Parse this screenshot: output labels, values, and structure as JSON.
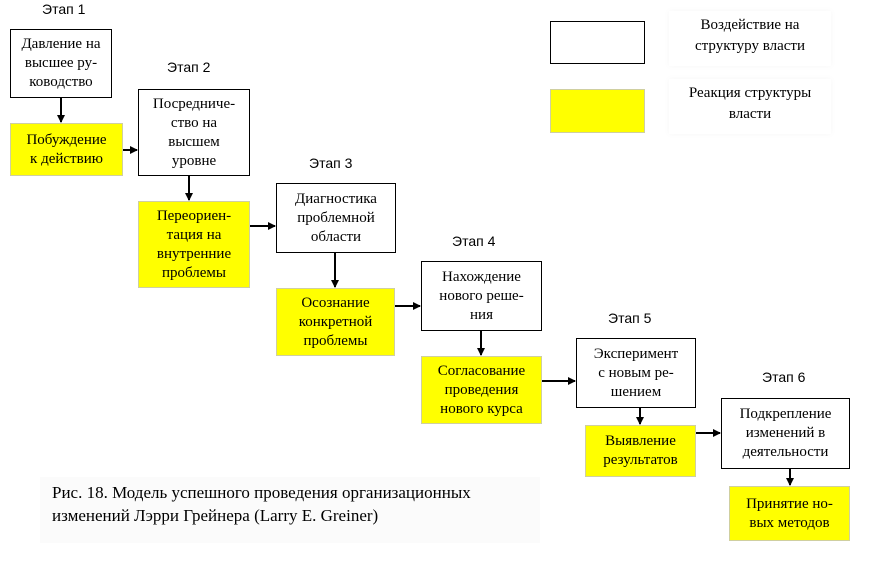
{
  "stages": [
    {
      "label": "Этап 1",
      "action": "Давление на\nвысшее ру-\nководство",
      "reaction": "Побуждение\nк действию"
    },
    {
      "label": "Этап 2",
      "action": "Посредниче-\nство на\nвысшем\nуровне",
      "reaction": "Переориен-\nтация на\nвнутренние\nпроблемы"
    },
    {
      "label": "Этап 3",
      "action": "Диагностика\nпроблемной\nобласти",
      "reaction": "Осознание\nконкретной\nпроблемы"
    },
    {
      "label": "Этап 4",
      "action": "Нахождение\nнового реше-\nния",
      "reaction": "Согласование\nпроведения\nнового курса"
    },
    {
      "label": "Этап 5",
      "action": "Эксперимент\nс новым ре-\nшением",
      "reaction": "Выявление\nрезультатов"
    },
    {
      "label": "Этап 6",
      "action": "Подкрепление\nизменений в\nдеятельности",
      "reaction": "Принятие но-\nвых методов"
    }
  ],
  "legend": {
    "action_label": "Воздействие на\nструктуру власти",
    "reaction_label": "Реакция структуры\nвласти",
    "action_color": "#ffffff",
    "reaction_color": "#ffff00"
  },
  "caption": "Рис. 18. Модель успешного проведения организационных\nизменений Лэрри Грейнера (Larry E. Greiner)"
}
